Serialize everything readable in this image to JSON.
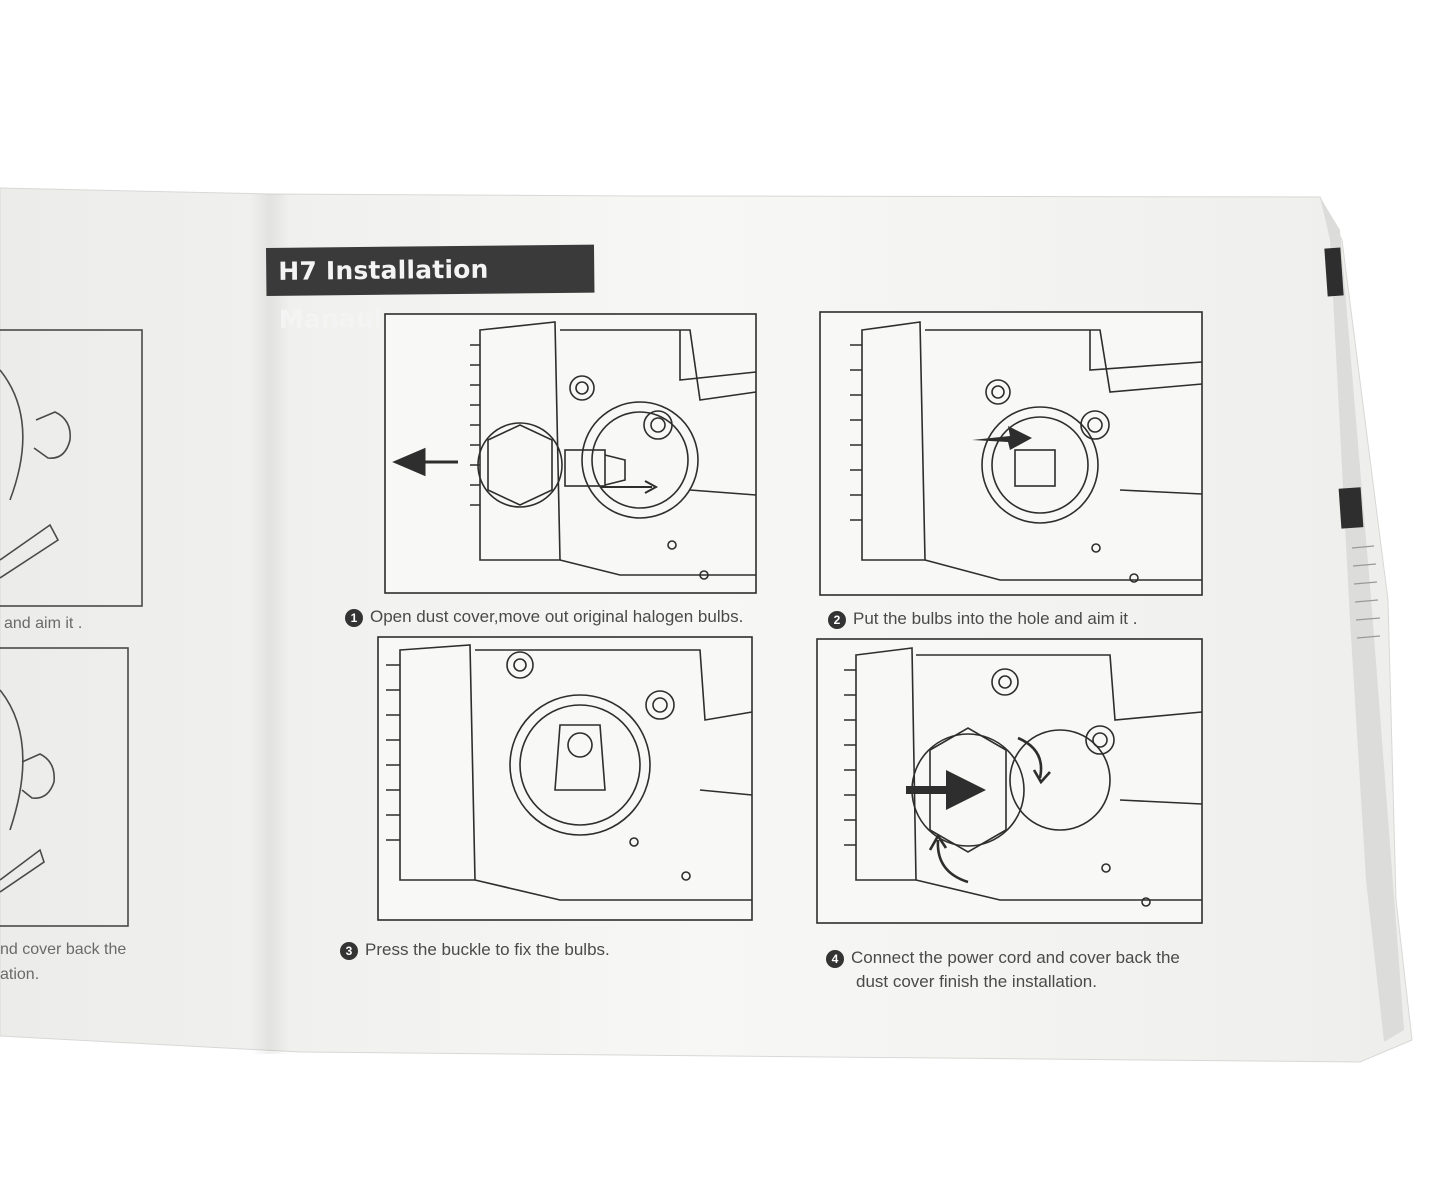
{
  "manual": {
    "title": "H7 Installation Manaul",
    "steps": [
      {
        "number": "1",
        "caption": "Open dust cover,move out original halogen bulbs."
      },
      {
        "number": "2",
        "caption": "Put the bulbs into the hole and aim it ."
      },
      {
        "number": "3",
        "caption": "Press the buckle to fix the bulbs."
      },
      {
        "number": "4",
        "caption_line1": "Connect the power cord and cover back the",
        "caption_line2": "dust cover finish the installation."
      }
    ],
    "left_page_fragments": [
      "and aim it .",
      "nd cover back the",
      "ation."
    ]
  },
  "colors": {
    "paper": "#f2f2f0",
    "ink": "#2e2e2e",
    "title_bg": "#3a3a3a"
  }
}
